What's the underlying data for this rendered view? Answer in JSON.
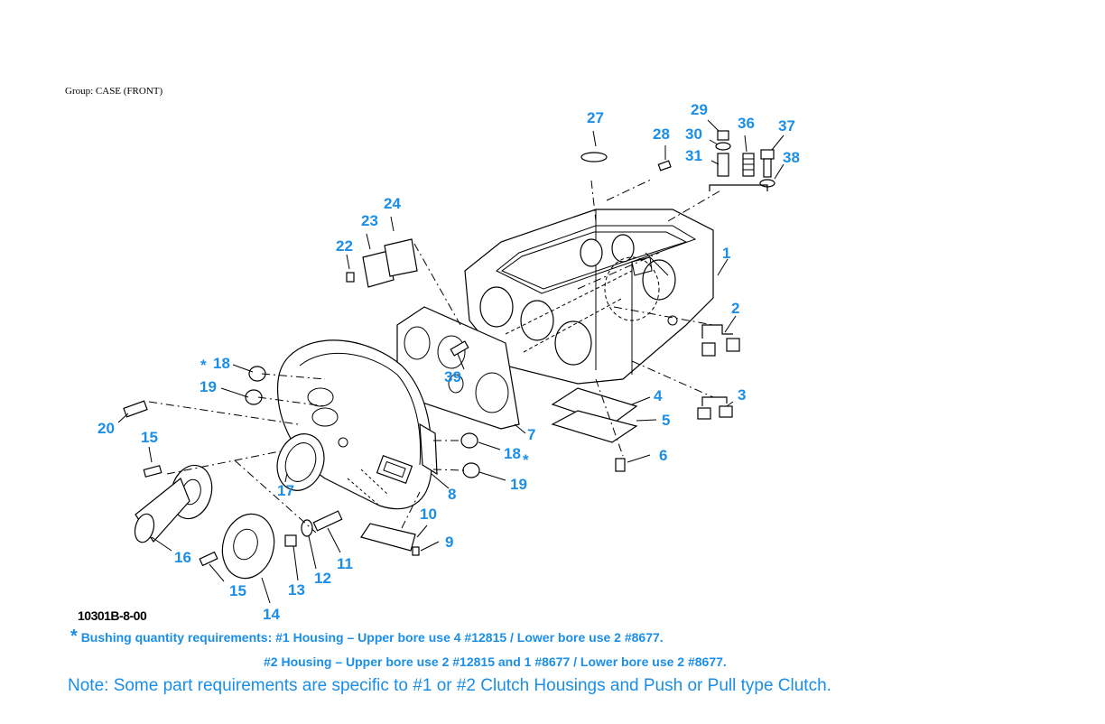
{
  "header": {
    "group_label": "Group: CASE (FRONT)"
  },
  "diagram": {
    "figure_id": "10301B-8-00",
    "callouts": {
      "c1": "1",
      "c2": "2",
      "c3": "3",
      "c4": "4",
      "c5": "5",
      "c6": "6",
      "c7": "7",
      "c8": "8",
      "c9": "9",
      "c10": "10",
      "c11": "11",
      "c12": "12",
      "c13": "13",
      "c14": "14",
      "c15a": "15",
      "c15b": "15",
      "c16": "16",
      "c17": "17",
      "c18a": "18",
      "c18b": "18",
      "c19a": "19",
      "c19b": "19",
      "c20": "20",
      "c22": "22",
      "c23": "23",
      "c24": "24",
      "c27": "27",
      "c28": "28",
      "c29": "29",
      "c30": "30",
      "c31": "31",
      "c36": "36",
      "c37": "37",
      "c38": "38",
      "c39": "39"
    },
    "asterisk": "*"
  },
  "notes": {
    "star": "*",
    "bushing_line1": "Bushing quantity requirements: #1 Housing – Upper bore use 4 #12815  /  Lower bore use 2 #8677.",
    "bushing_line2": "#2 Housing – Upper bore use 2 #12815 and 1 #8677  /  Lower bore use 2 #8677.",
    "general": "Note: Some part requirements are specific to #1 or #2  Clutch Housings and Push or Pull type Clutch."
  },
  "colors": {
    "callout": "#1a8ee8",
    "line": "#000000",
    "background": "#ffffff"
  }
}
